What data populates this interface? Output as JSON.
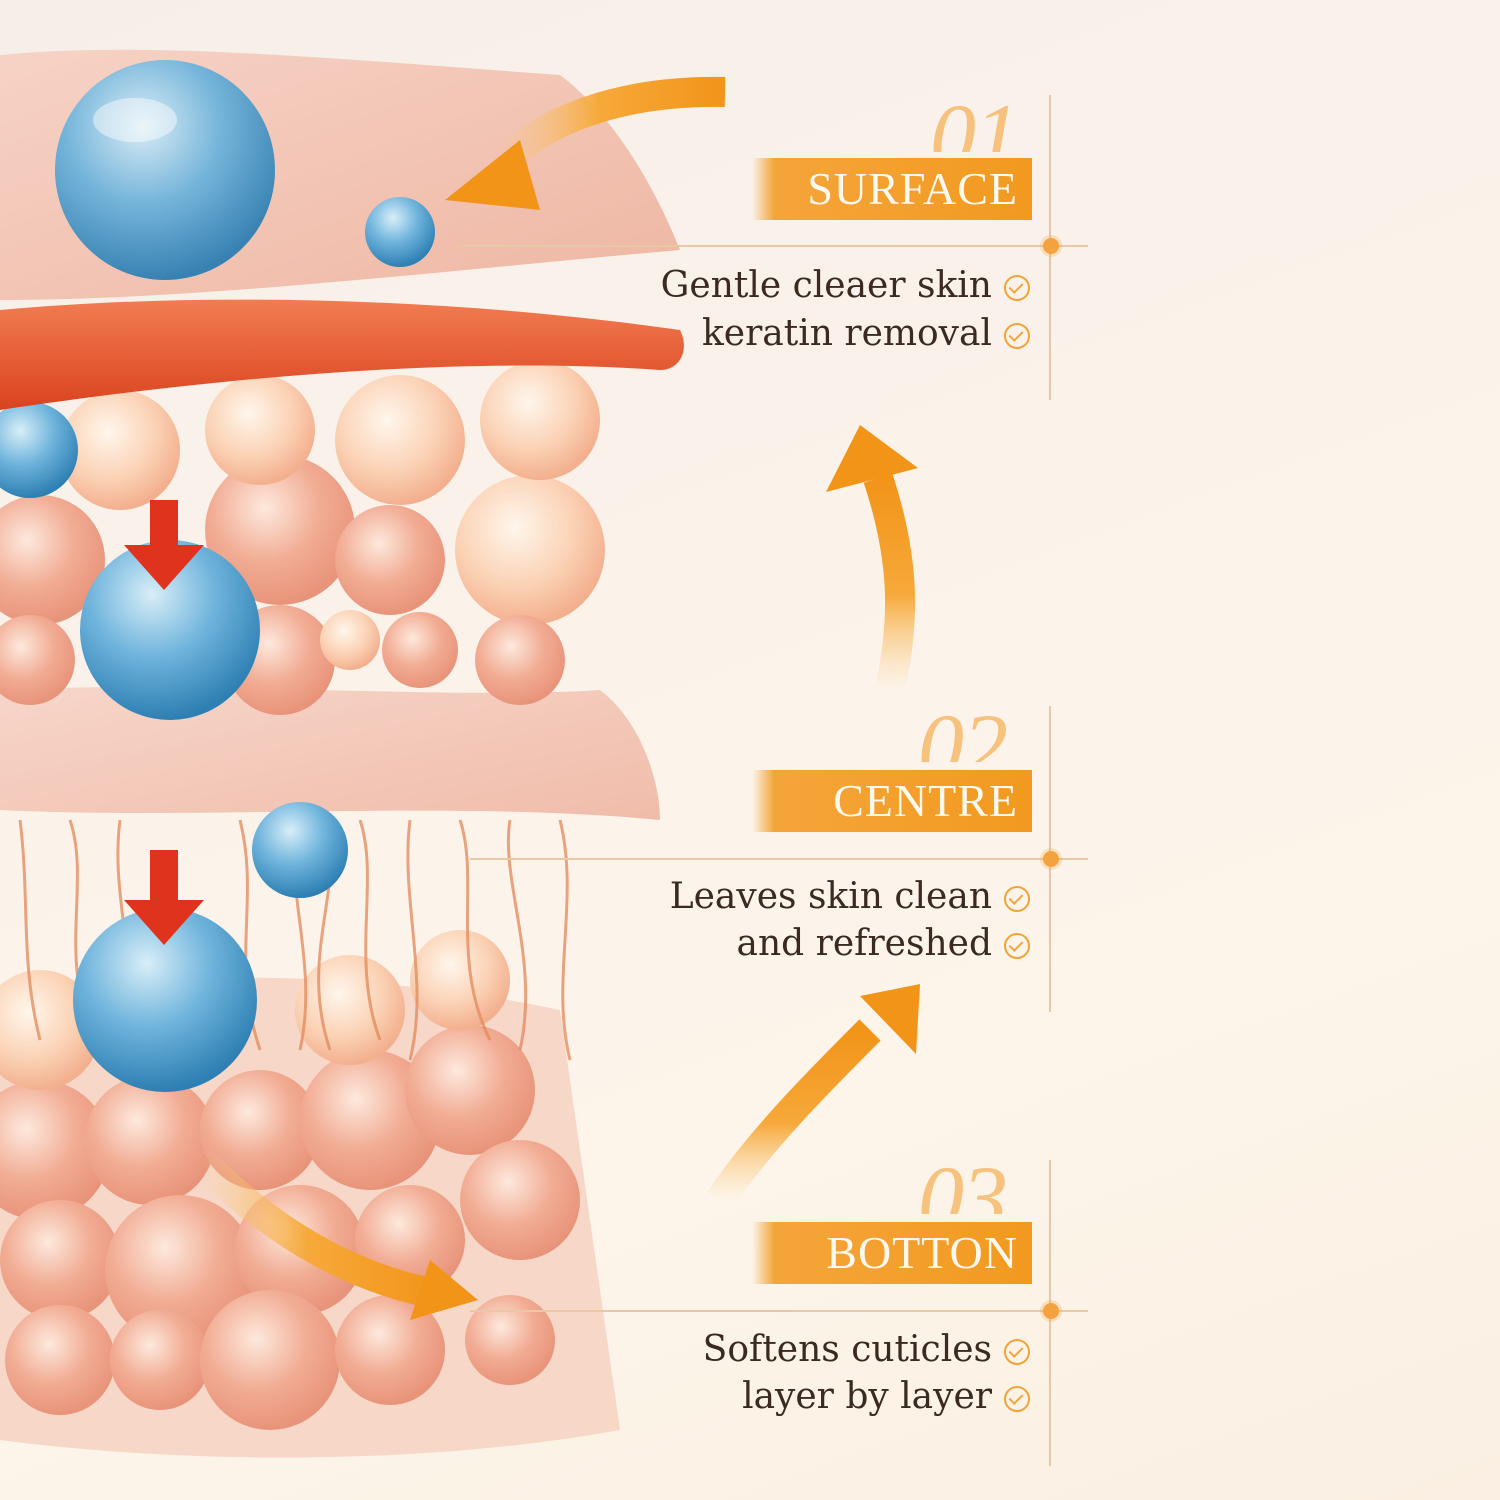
{
  "steps": [
    {
      "number": "01",
      "label": "SURFACE",
      "features": [
        "Gentle cleaer skin",
        "keratin removal"
      ]
    },
    {
      "number": "02",
      "label": "CENTRE",
      "features": [
        "Leaves skin clean",
        "and refreshed"
      ]
    },
    {
      "number": "03",
      "label": "BOTTON",
      "features": [
        "Softens cuticles",
        "layer by layer"
      ]
    }
  ],
  "colors": {
    "accent": "#f29a1f",
    "skin": "#f2b09a",
    "water": "#4f9fd0",
    "arrow_down": "#e0331e"
  },
  "icons": [
    "check-circle-icon",
    "curved-arrow-icon",
    "down-arrow-icon",
    "water-droplet-icon"
  ]
}
